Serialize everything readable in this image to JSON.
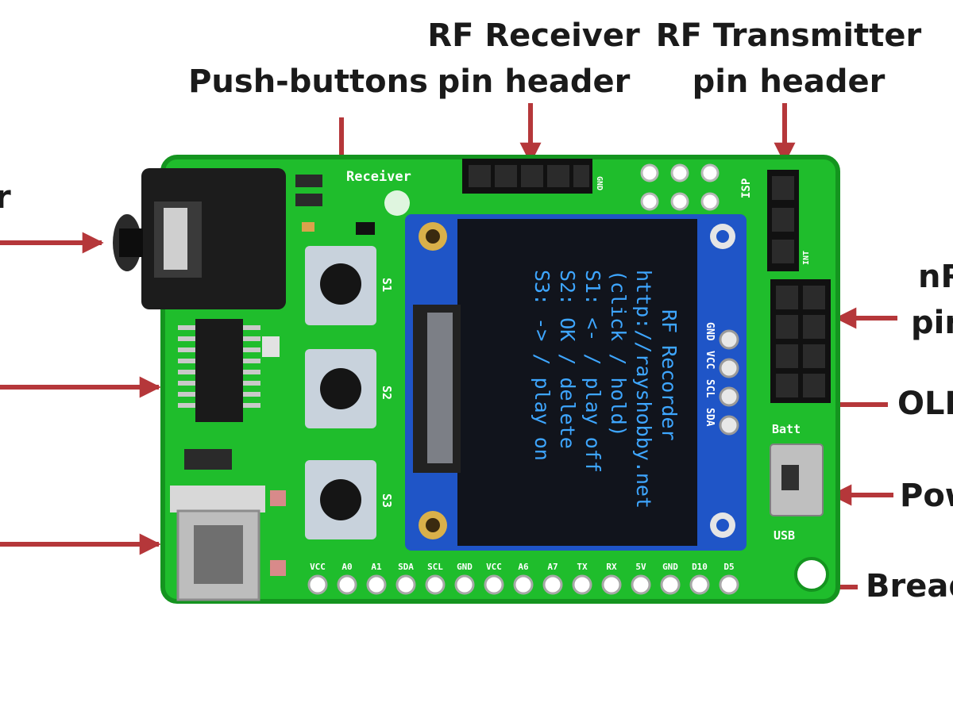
{
  "callouts": {
    "push_buttons": "Push-buttons",
    "rf_receiver": [
      "RF Receiver",
      "pin header"
    ],
    "rf_transmitter": [
      "RF Transmitter",
      "pin header"
    ],
    "nrf": [
      "nR",
      "pin"
    ],
    "oled": "OLE",
    "power": "Pow",
    "breadboard": "Bread",
    "left_clipped": "r"
  },
  "board": {
    "receiver_label": "Receiver",
    "gnd_label": "GND",
    "isp_label": "ISP",
    "int_label": "INT",
    "button_labels": [
      "S1",
      "S2",
      "S3"
    ],
    "oled_pins": [
      "GND",
      "VCC",
      "SCL",
      "SDA"
    ],
    "switch_top": "Batt",
    "switch_bottom": "USB",
    "bottom_pins": [
      "VCC",
      "A0",
      "A1",
      "SDA",
      "SCL",
      "GND",
      "VCC",
      "A6",
      "A7",
      "TX",
      "RX",
      "5V",
      "GND",
      "D10",
      "D5"
    ]
  },
  "oled_screen": {
    "lines": [
      "RF Recorder",
      "http://rayshobby.net",
      "(click / hold)",
      "S1: <- / play off",
      "S2: OK / delete",
      "S3: -> / play on"
    ]
  },
  "colors": {
    "pcb": "#1fbd2c",
    "pcb_dark": "#14941f",
    "arrow": "#b5373a",
    "oled_text": "#3ea6ff",
    "oled_module": "#1f55c7"
  }
}
